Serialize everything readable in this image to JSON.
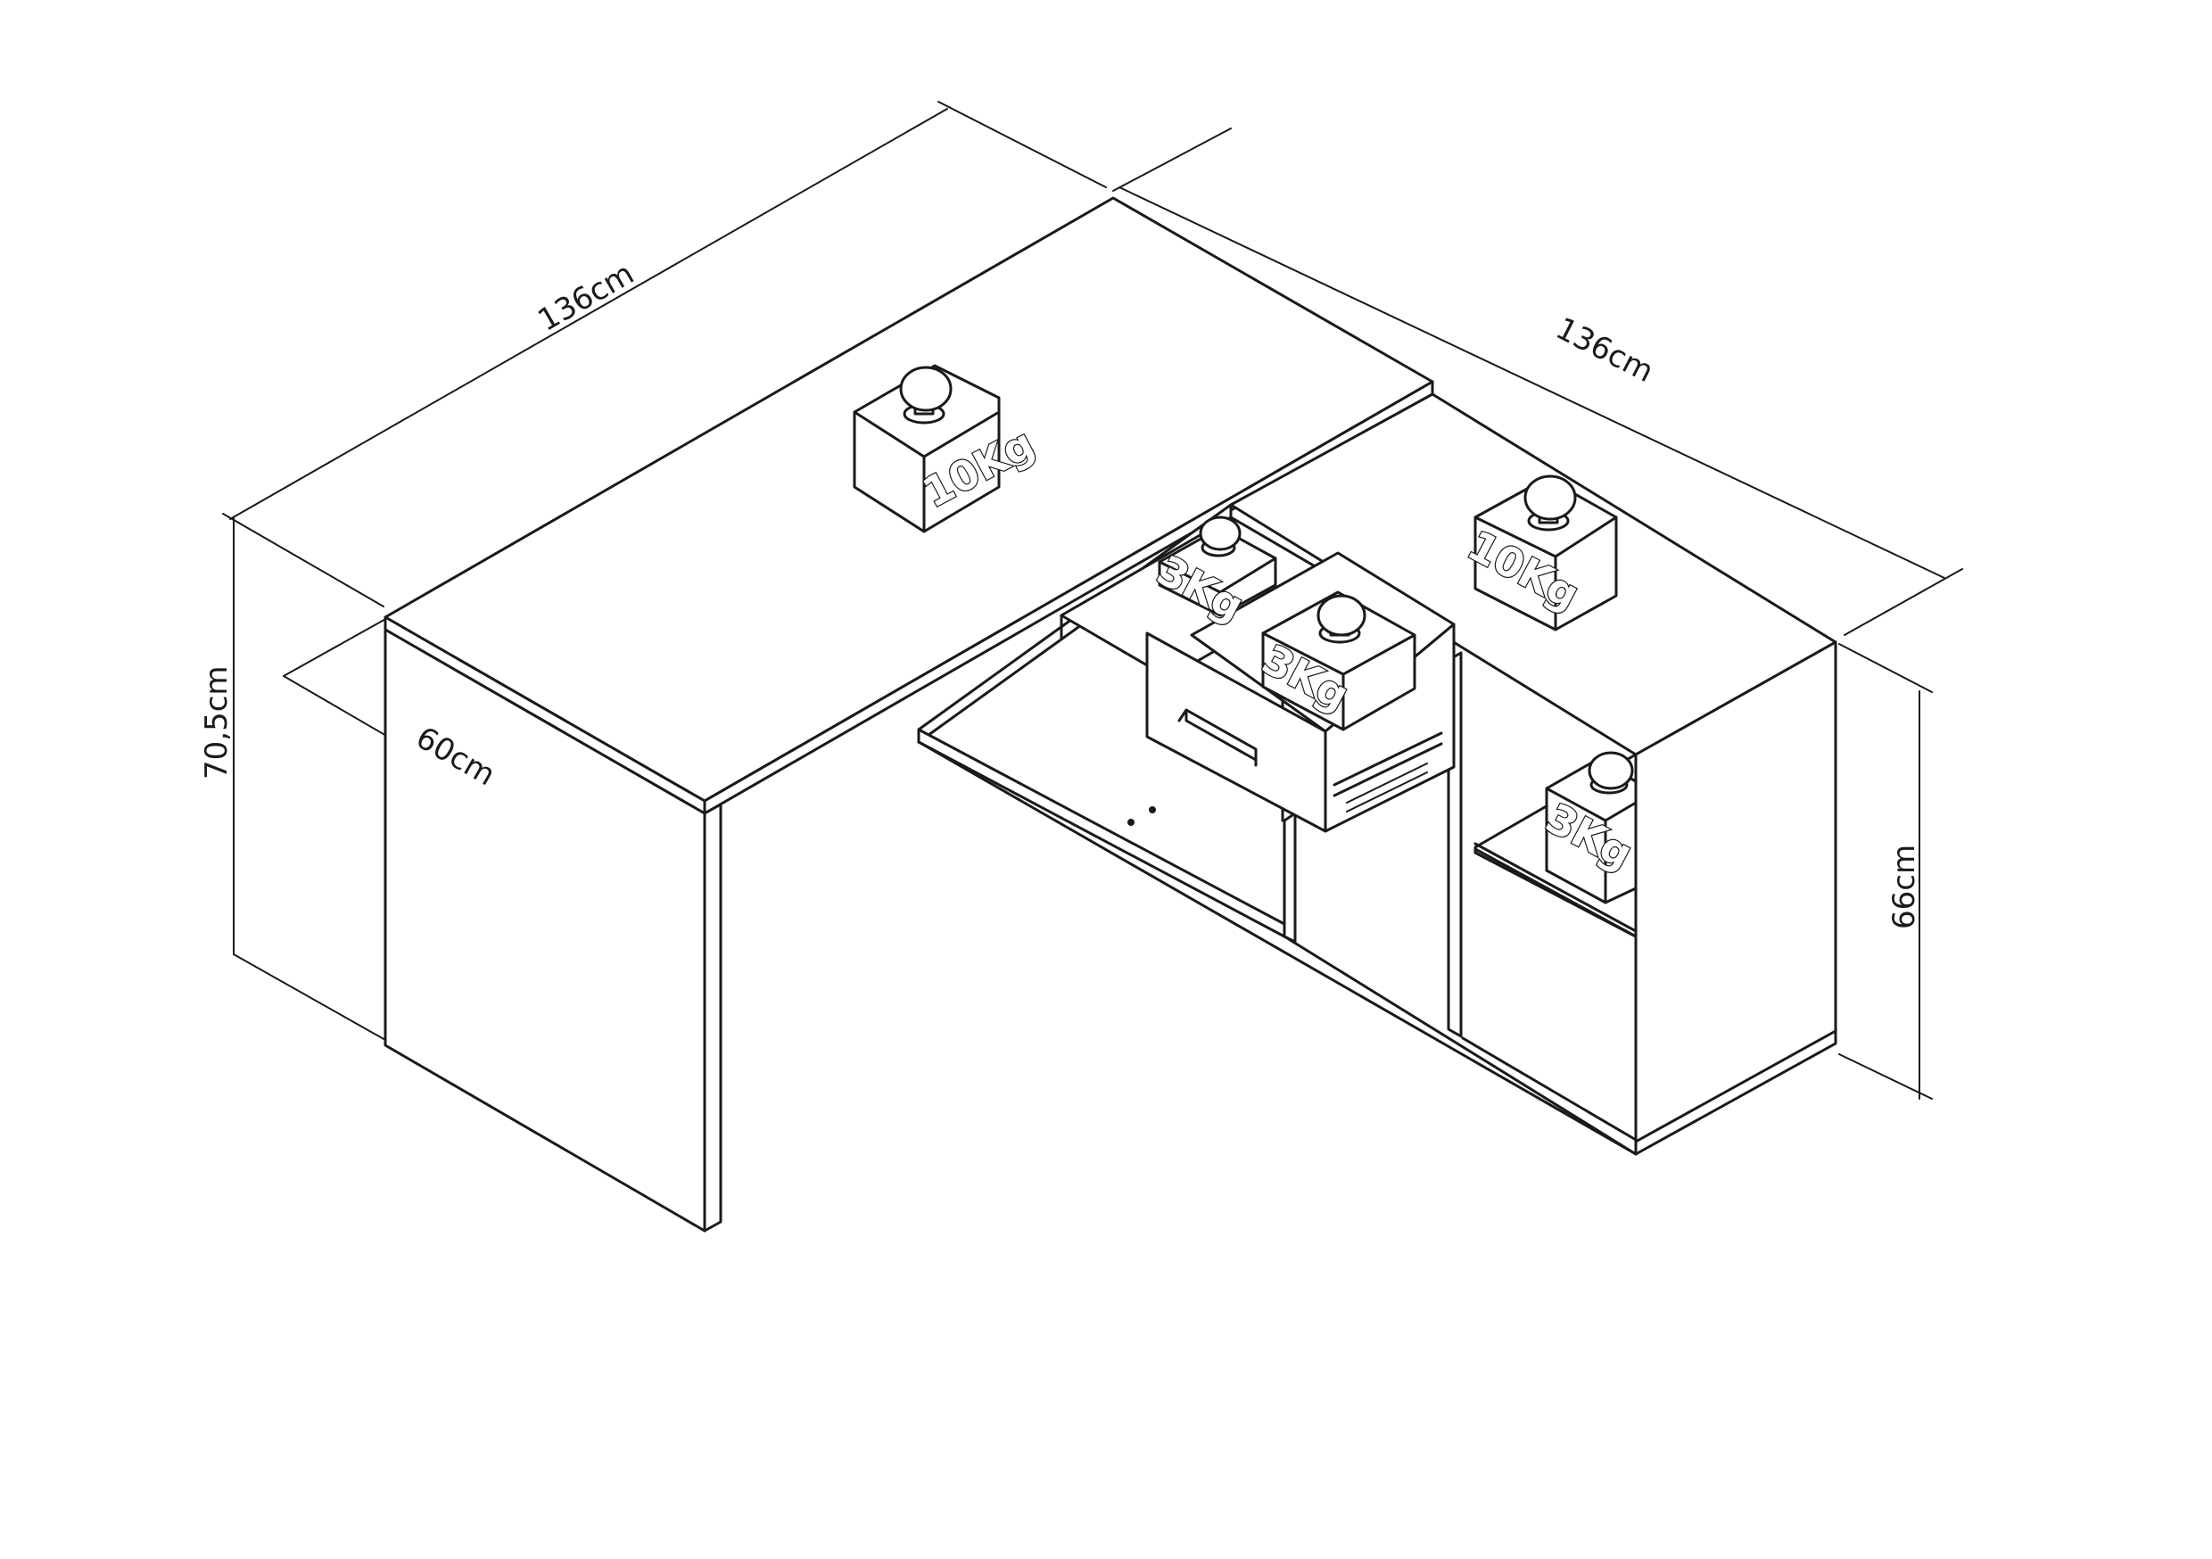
{
  "dimensions": {
    "top_length_1": "136cm",
    "top_length_2": "136cm",
    "depth": "60cm",
    "total_height": "70,5cm",
    "cabinet_height": "66cm"
  },
  "weights": {
    "desktop_load": "10Kg",
    "cabinet_top_load": "10Kg",
    "inner_shelf_load": "3Kg",
    "drawer_load": "3Kg",
    "side_shelf_load": "3Kg"
  }
}
